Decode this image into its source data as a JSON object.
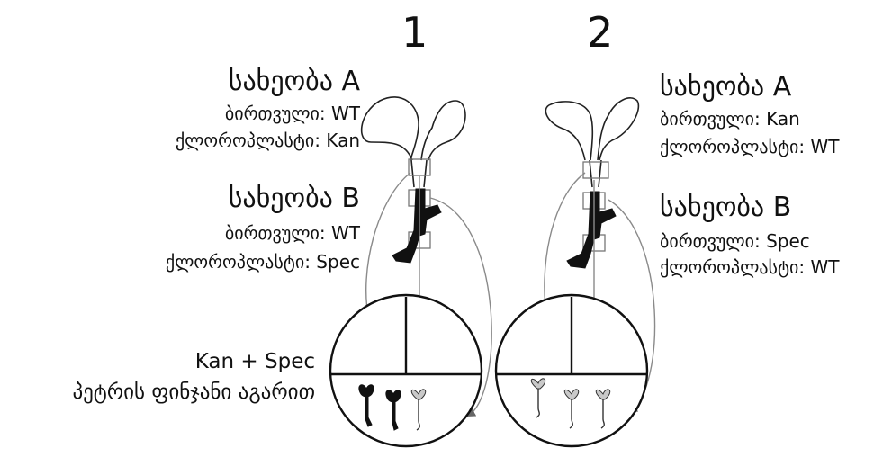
{
  "panels": [
    {
      "number": "1",
      "species_a": {
        "title": "სახეობა A",
        "nuclear": "ბირთვული: WT",
        "chloroplast": "ქლოროპლასტი: Kan"
      },
      "species_b": {
        "title": "სახეობა B",
        "nuclear": "ბირთვული: WT",
        "chloroplast": "ქლოროპლასტი: Spec"
      }
    },
    {
      "number": "2",
      "species_a": {
        "title": "სახეობა A",
        "nuclear": "ბირთვული: Kan",
        "chloroplast": "ქლოროპლასტი: WT"
      },
      "species_b": {
        "title": "სახეობა B",
        "nuclear": "ბირთვული: Spec",
        "chloroplast": "ქლოროპლასტი: WT"
      }
    }
  ],
  "plate_label": {
    "line1": "Kan + Spec",
    "line2": "პეტრის ფინჯანი აგარით"
  },
  "seedling_results": {
    "panel_1": [
      "dark",
      "dark",
      "light"
    ],
    "panel_2": [
      "gray",
      "gray",
      "gray"
    ]
  }
}
